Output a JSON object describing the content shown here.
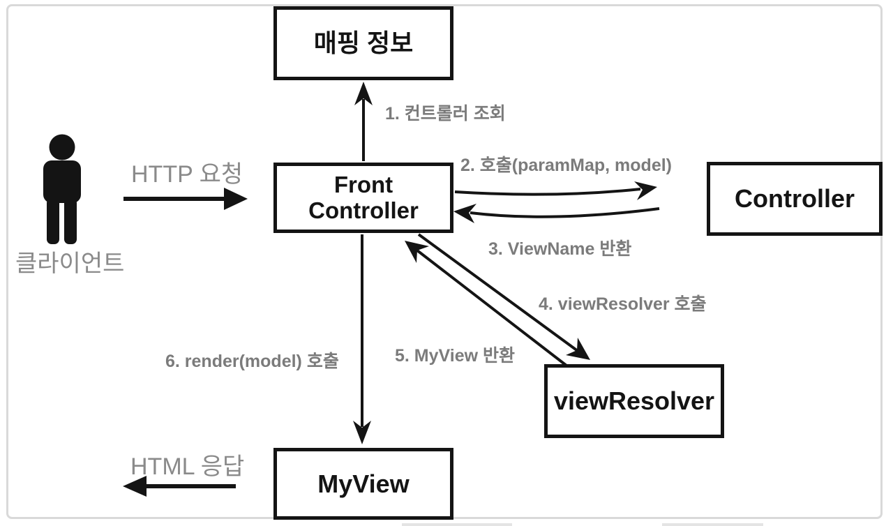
{
  "diagram": {
    "nodes": {
      "mapping_info": {
        "label": "매핑 정보"
      },
      "front_controller": {
        "line1": "Front",
        "line2": "Controller"
      },
      "controller": {
        "label": "Controller"
      },
      "view_resolver": {
        "label": "viewResolver"
      },
      "my_view": {
        "label": "MyView"
      }
    },
    "actor": {
      "label": "클라이언트"
    },
    "edges": {
      "http_request": {
        "label": "HTTP 요청"
      },
      "step1": {
        "label": "1. 컨트롤러 조회"
      },
      "step2": {
        "label": "2. 호출(paramMap, model)"
      },
      "step3": {
        "label": "3. ViewName 반환"
      },
      "step4": {
        "label": "4. viewResolver 호출"
      },
      "step5": {
        "label": "5. MyView 반환"
      },
      "step6": {
        "label": "6. render(model) 호출"
      },
      "html_response": {
        "label": "HTML 응답"
      }
    },
    "colors": {
      "box_border": "#141414",
      "box_text": "#141414",
      "arrow": "#141414",
      "step_label_gray": "#7b7b7b",
      "edge_label_gray": "#8a8a8a",
      "canvas_border": "#d9d9d9",
      "background": "#ffffff"
    }
  }
}
